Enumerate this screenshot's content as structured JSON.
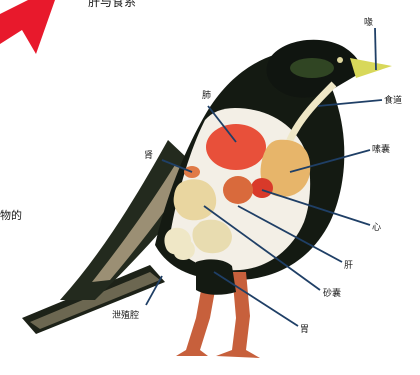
{
  "caption": "肝与食系",
  "side_text": "物的",
  "labels": {
    "beak": "喙",
    "esophagus": "食道",
    "crop": "嗉囊",
    "lung": "肺",
    "kidney": "肾",
    "heart": "心",
    "liver": "肝",
    "gizzard": "砂囊",
    "stomach": "胃",
    "cloaca": "泄殖腔"
  },
  "colors": {
    "arrow": "#e8192c",
    "leader": "#1f3f66",
    "lung": "#e8503a",
    "crop": "#e7b56a",
    "heart": "#d93a2a",
    "intestine": "#efe7c6",
    "plumage": "#141a12",
    "breast": "#f3efe6",
    "wing_light": "#cbb89a",
    "legs": "#c7603c",
    "beak": "#d8d85a"
  }
}
